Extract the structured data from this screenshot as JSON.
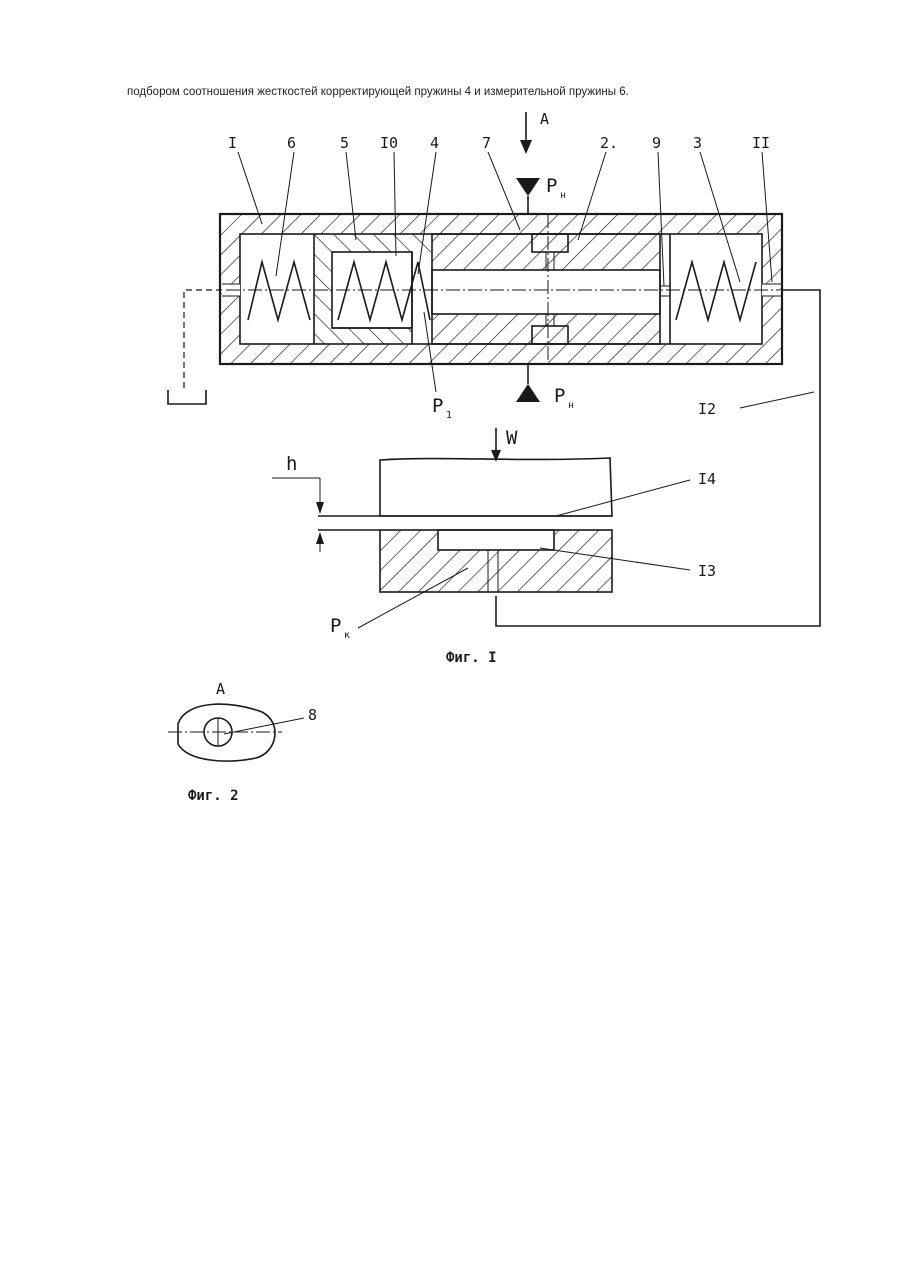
{
  "text": {
    "top_line": "подбором соотношения жесткостей корректирующей пружины 4 и измерительной пружины 6."
  },
  "figure1": {
    "view_arrow_label": "A",
    "callouts": [
      "I",
      "6",
      "5",
      "I0",
      "4",
      "7",
      "2.",
      "9",
      "3",
      "II"
    ],
    "pressure_top": "P",
    "pressure_top_sub": "н",
    "pressure_bottom": "P",
    "pressure_bottom_sub": "н",
    "pressure_chamber": "P",
    "pressure_chamber_sub": "1",
    "line_label": "I2",
    "load_label": "W",
    "gap_label": "h",
    "part14": "I4",
    "part13": "I3",
    "pocket_pressure": "P",
    "pocket_pressure_sub": "к",
    "caption": "Фиг. I"
  },
  "figure2": {
    "view_label": "A",
    "callout": "8",
    "caption": "Фиг. 2"
  }
}
